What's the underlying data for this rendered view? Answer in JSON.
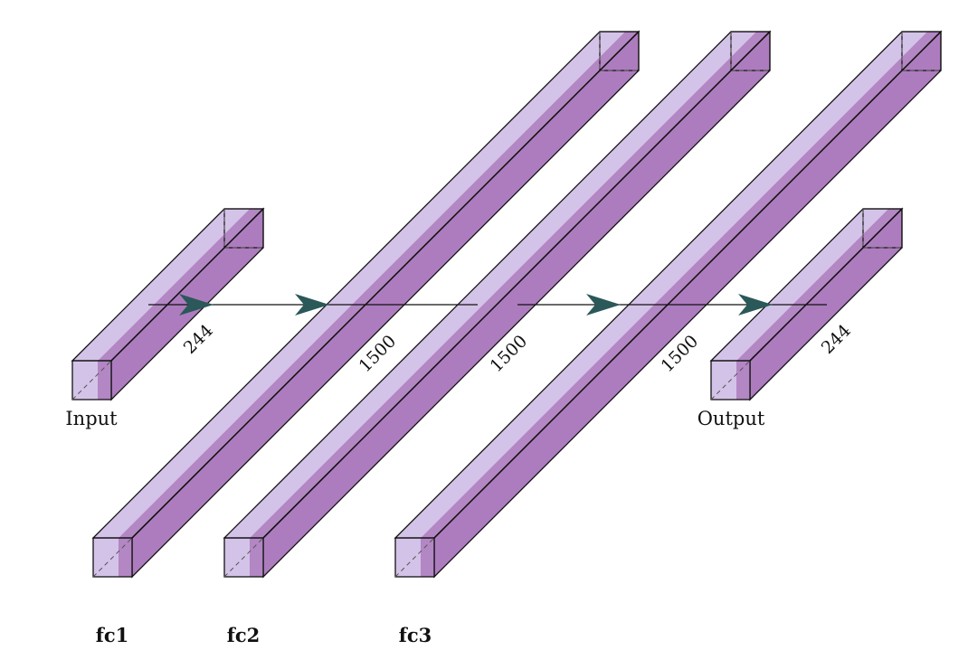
{
  "colors": {
    "face_light": "#d4c3e8",
    "face_mid": "#b386c4",
    "face_dark": "#ad7cbe",
    "edge": "#111111",
    "arrow": "#2b5858"
  },
  "labels": {
    "input": "Input",
    "output": "Output"
  },
  "layers": [
    {
      "id": "input",
      "name": "",
      "dim": "244"
    },
    {
      "id": "fc1",
      "name": "fc1",
      "dim": "1500"
    },
    {
      "id": "fc2",
      "name": "fc2",
      "dim": "1500"
    },
    {
      "id": "fc3",
      "name": "fc3",
      "dim": "1500"
    },
    {
      "id": "output",
      "name": "",
      "dim": "244"
    }
  ],
  "arrow_count": 4
}
